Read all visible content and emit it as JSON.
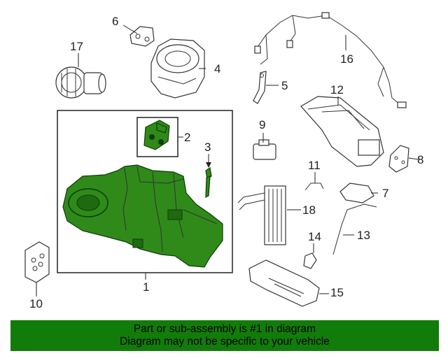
{
  "callouts": [
    {
      "id": "1",
      "text": "1"
    },
    {
      "id": "2",
      "text": "2"
    },
    {
      "id": "3",
      "text": "3"
    },
    {
      "id": "4",
      "text": "4"
    },
    {
      "id": "5",
      "text": "5"
    },
    {
      "id": "6",
      "text": "6"
    },
    {
      "id": "7",
      "text": "7"
    },
    {
      "id": "8",
      "text": "8"
    },
    {
      "id": "9",
      "text": "9"
    },
    {
      "id": "10",
      "text": "10"
    },
    {
      "id": "11",
      "text": "11"
    },
    {
      "id": "12",
      "text": "12"
    },
    {
      "id": "13",
      "text": "13"
    },
    {
      "id": "14",
      "text": "14"
    },
    {
      "id": "15",
      "text": "15"
    },
    {
      "id": "16",
      "text": "16"
    },
    {
      "id": "17",
      "text": "17"
    },
    {
      "id": "18",
      "text": "18"
    }
  ],
  "banner": {
    "line1": "Part or sub-assembly is #1 in diagram",
    "line2": "Diagram may not be specific to your vehicle",
    "color": "#127c0a"
  },
  "highlight_color": "#2f8a1a"
}
